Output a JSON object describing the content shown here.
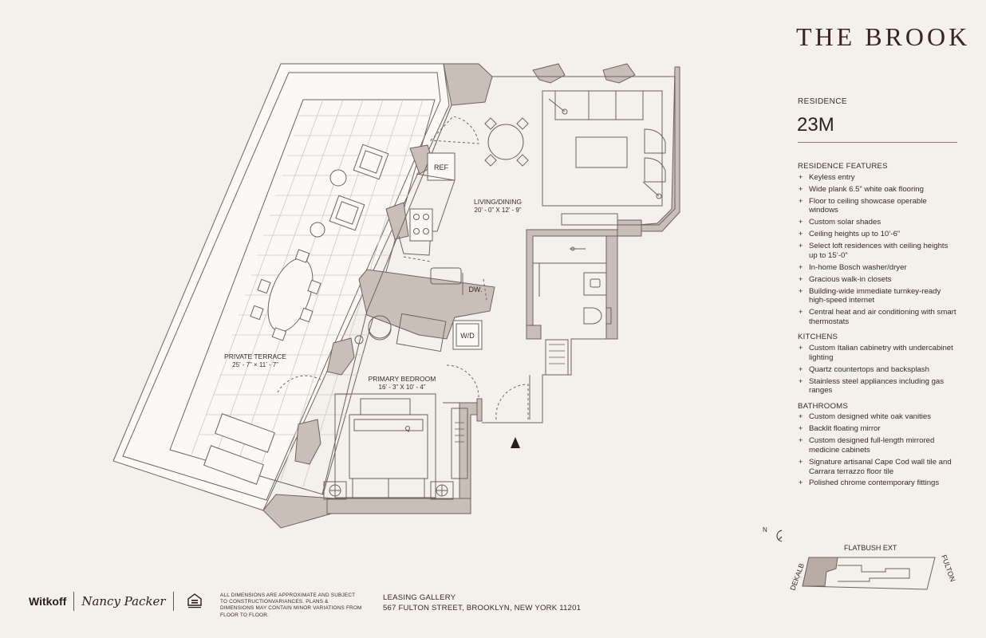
{
  "brand": "THE BROOK",
  "residence": {
    "label": "RESIDENCE",
    "number": "23M"
  },
  "sections": [
    {
      "heading": "RESIDENCE FEATURES",
      "items": [
        "Keyless entry",
        "Wide plank 6.5” white oak flooring",
        "Floor to ceiling showcase operable windows",
        "Custom solar shades",
        "Ceiling heights up to 10’-6”",
        "Select loft residences with ceiling heights up to 15’-0”",
        "In-home Bosch washer/dryer",
        "Gracious walk-in closets",
        "Building-wide immediate turnkey-ready high-speed internet",
        "Central heat and air conditioning with smart thermostats"
      ]
    },
    {
      "heading": "KITCHENS",
      "items": [
        "Custom Italian cabinetry with undercabinet lighting",
        "Quartz countertops and backsplash",
        "Stainless steel appliances including gas ranges"
      ]
    },
    {
      "heading": "BATHROOMS",
      "items": [
        "Custom designed white oak vanities",
        "Backlit floating mirror",
        "Custom designed full-length mirrored medicine cabinets",
        "Signature artisanal Cape Cod wall tile and Carrara terrazzo floor tile",
        "Polished chrome contemporary fittings"
      ]
    }
  ],
  "plan": {
    "living": {
      "name": "LIVING/DINING",
      "dims": "20’ - 0” X 12’ - 9”"
    },
    "terrace": {
      "name": "PRIVATE TERRACE",
      "dims": "25’ - 7” × 11’ - 7”"
    },
    "bedroom": {
      "name": "PRIMARY BEDROOM",
      "dims": "16’ - 3” X 10’ - 4”"
    },
    "ref": "REF",
    "dw": "DW.",
    "wd": "W/D",
    "bed": "Q"
  },
  "keyplan": {
    "north": "N",
    "streets": [
      "FLATBUSH EXT",
      "DEKALB",
      "FULTON"
    ]
  },
  "footer": {
    "logos": [
      "Witkoff",
      "Nancy Packer"
    ],
    "disclaimer": "ALL DIMENSIONS ARE APPROXIMATE AND SUBJECT TO CONSTRUCTIONVARIANCES. PLANS & DIMENSIONS MAY CONTAIN MINOR VARIATIONS FROM FLOOR TO FLOOR.",
    "leasing_title": "LEASING GALLERY",
    "leasing_address": "567 FULTON STREET, BROOKLYN, NEW YORK 11201"
  },
  "colors": {
    "background": "#f4f0eb",
    "wall": "#c9bfb8",
    "line": "#6e625e",
    "text": "#3a2a2a"
  }
}
